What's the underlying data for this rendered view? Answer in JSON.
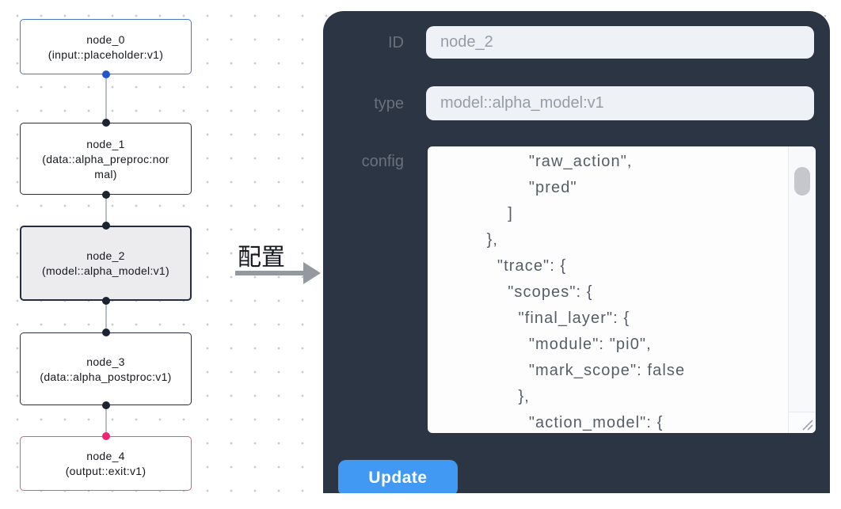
{
  "graph": {
    "nodes": [
      {
        "name": "node_0",
        "type": "(input::placeholder:v1)"
      },
      {
        "name": "node_1",
        "type": "(data::alpha_preproc:normal)"
      },
      {
        "name": "node_2",
        "type": "(model::alpha_model:v1)"
      },
      {
        "name": "node_3",
        "type": "(data::alpha_postproc:v1)"
      },
      {
        "name": "node_4",
        "type": "(output::exit:v1)"
      }
    ]
  },
  "transfer": {
    "label": "配置"
  },
  "panel": {
    "id_label": "ID",
    "id_value": "node_2",
    "type_label": "type",
    "type_value": "model::alpha_model:v1",
    "config_label": "config",
    "config_text": "                  \"raw_action\",\n                  \"pred\"\n              ]\n          },\n            \"trace\": {\n              \"scopes\": {\n                \"final_layer\": {\n                  \"module\": \"pi0\",\n                  \"mark_scope\": false\n                },\n                  \"action_model\": {",
    "update_label": "Update"
  },
  "colors": {
    "panel_bg": "#2c3544",
    "button_blue": "#4299f4",
    "node_border_default": "#262d3c",
    "node_border_input": "#4a74c9",
    "node_border_output": "#e9538b",
    "selected_node_bg": "#ececee",
    "port_blue": "#2257cc",
    "port_dark": "#1c2331",
    "port_pink": "#ee2576",
    "edge_gray": "#b9bdc5",
    "input_bg": "#eef1f5"
  }
}
